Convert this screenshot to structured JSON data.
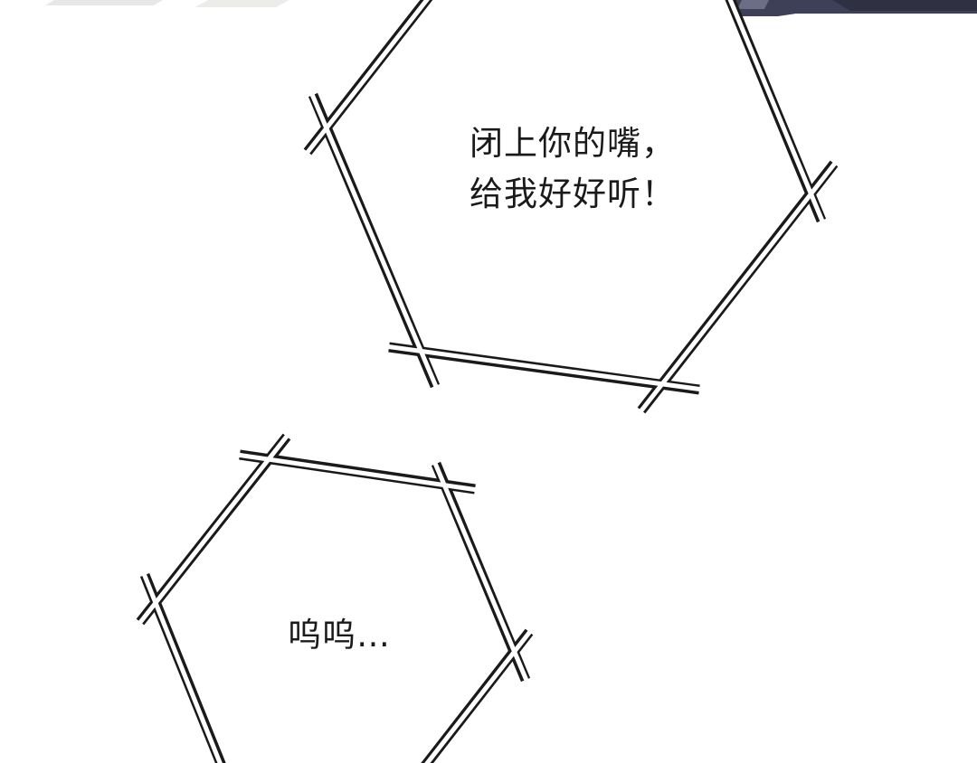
{
  "colors": {
    "background": "#ffffff",
    "balloon_outline": "#1a1a1a",
    "balloon_fill": "#ffffff",
    "text": "#1a1a1a",
    "top_strip_dark": "#3d4056",
    "top_strip_light": "#e8e6e6"
  },
  "balloons": {
    "upper": {
      "lines": [
        "闭上你的嘴，",
        "给我好好听！"
      ]
    },
    "lower": {
      "text": "呜呜…"
    }
  }
}
